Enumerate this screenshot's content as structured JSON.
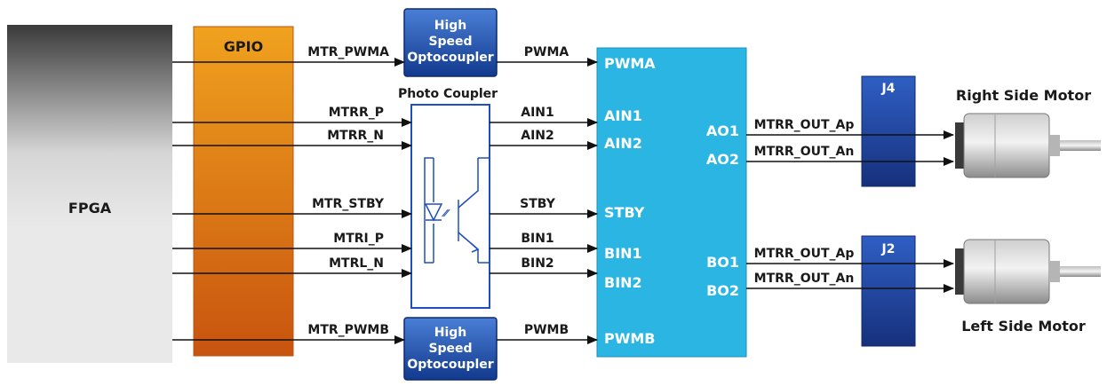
{
  "blocks": {
    "fpga": "FPGA",
    "gpio": "GPIO",
    "optocoupler_top": [
      "High",
      "Speed",
      "Optocoupler"
    ],
    "optocoupler_bottom": [
      "High",
      "Speed",
      "Optocoupler"
    ],
    "photo_coupler": "Photo Coupler",
    "driver": {
      "inputs": [
        "PWMA",
        "AIN1",
        "AIN2",
        "STBY",
        "BIN1",
        "BIN2",
        "PWMB"
      ],
      "outputs": [
        "AO1",
        "AO2",
        "BO1",
        "BO2"
      ]
    },
    "connector_j4": "J4",
    "connector_j2": "J2",
    "motor_right": "Right Side Motor",
    "motor_left": "Left Side Motor"
  },
  "signals": {
    "gpio_out": [
      "MTR_PWMA",
      "MTRR_P",
      "MTRR_N",
      "MTR_STBY",
      "MTRI_P",
      "MTRL_N",
      "MTR_PWMB"
    ],
    "coupler_out": [
      "PWMA",
      "AIN1",
      "AIN2",
      "STBY",
      "BIN1",
      "BIN2",
      "PWMB"
    ],
    "right_motor": [
      "MTRR_OUT_Ap",
      "MTRR_OUT_An"
    ],
    "left_motor": [
      "MTRR_OUT_Ap",
      "MTRR_OUT_An"
    ]
  }
}
